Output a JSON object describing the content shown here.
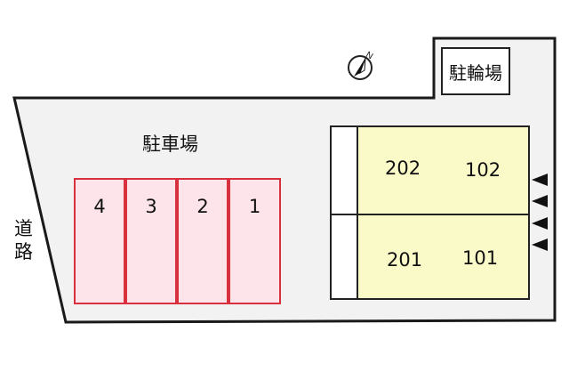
{
  "compass": {
    "icon": "north-arrow-icon",
    "label": "N"
  },
  "bicycle_parking": {
    "label": "駐輪場"
  },
  "parking": {
    "label": "駐車場",
    "stalls": [
      {
        "number": "4"
      },
      {
        "number": "3"
      },
      {
        "number": "2"
      },
      {
        "number": "1"
      }
    ],
    "color": "#d8303c",
    "fill": "#fde3ea"
  },
  "road": {
    "label": "道路"
  },
  "building": {
    "fill": "#fafac9",
    "rooms": [
      {
        "number": "202"
      },
      {
        "number": "102"
      },
      {
        "number": "201"
      },
      {
        "number": "101"
      }
    ],
    "entrance_arrows": 4
  }
}
